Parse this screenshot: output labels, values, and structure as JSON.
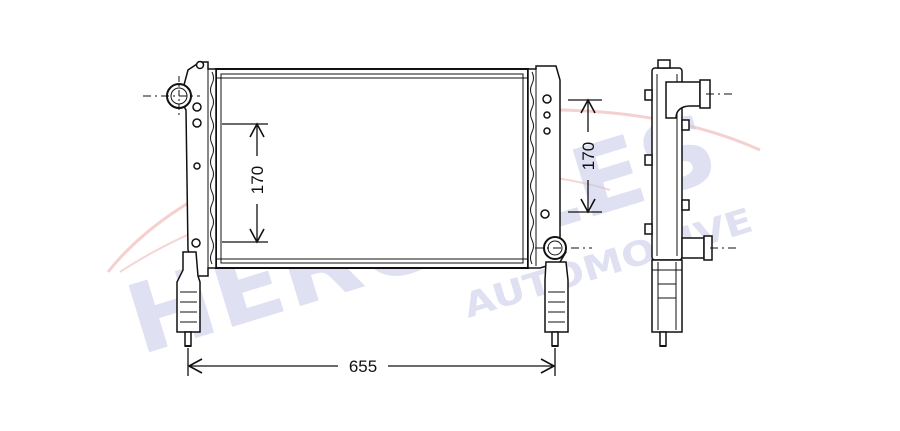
{
  "watermark": {
    "brand": "HERCULES",
    "tagline": "AUTOMOTIVE",
    "brand_color": "#c5c8e6",
    "swoosh_color": "#f1c4c4"
  },
  "dimensions": {
    "width": "655",
    "core_height_front": "170",
    "core_height_side": "170"
  },
  "colors": {
    "line": "#111111",
    "background": "#ffffff"
  }
}
